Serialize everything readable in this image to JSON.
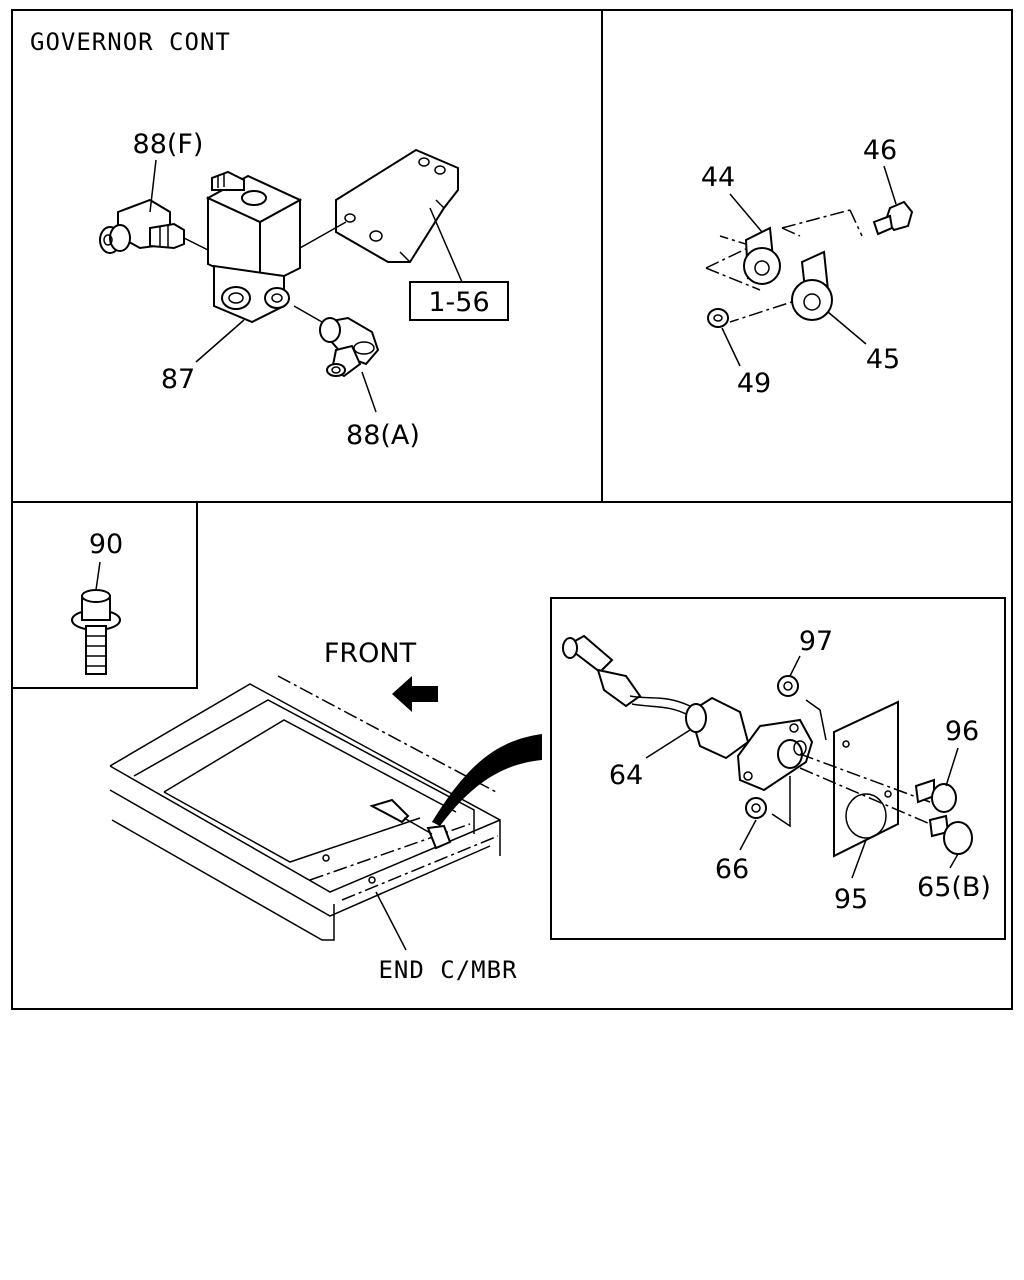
{
  "colors": {
    "ink": "#000000",
    "paper": "#ffffff"
  },
  "panels": {
    "governor": {
      "title": "GOVERNOR CONT",
      "labels": {
        "p88f": "88(F)",
        "p87": "87",
        "p88a": "88(A)",
        "ref156": "1-56"
      }
    },
    "horn": {
      "labels": {
        "p44": "44",
        "p46": "46",
        "p45": "45",
        "p49": "49"
      }
    },
    "bolt": {
      "labels": {
        "p90": "90"
      }
    },
    "frame": {
      "front": "FRONT",
      "end_member": "END C/MBR"
    },
    "detail": {
      "labels": {
        "p97": "97",
        "p96": "96",
        "p64": "64",
        "p66": "66",
        "p95": "95",
        "p65b": "65(B)"
      }
    }
  }
}
